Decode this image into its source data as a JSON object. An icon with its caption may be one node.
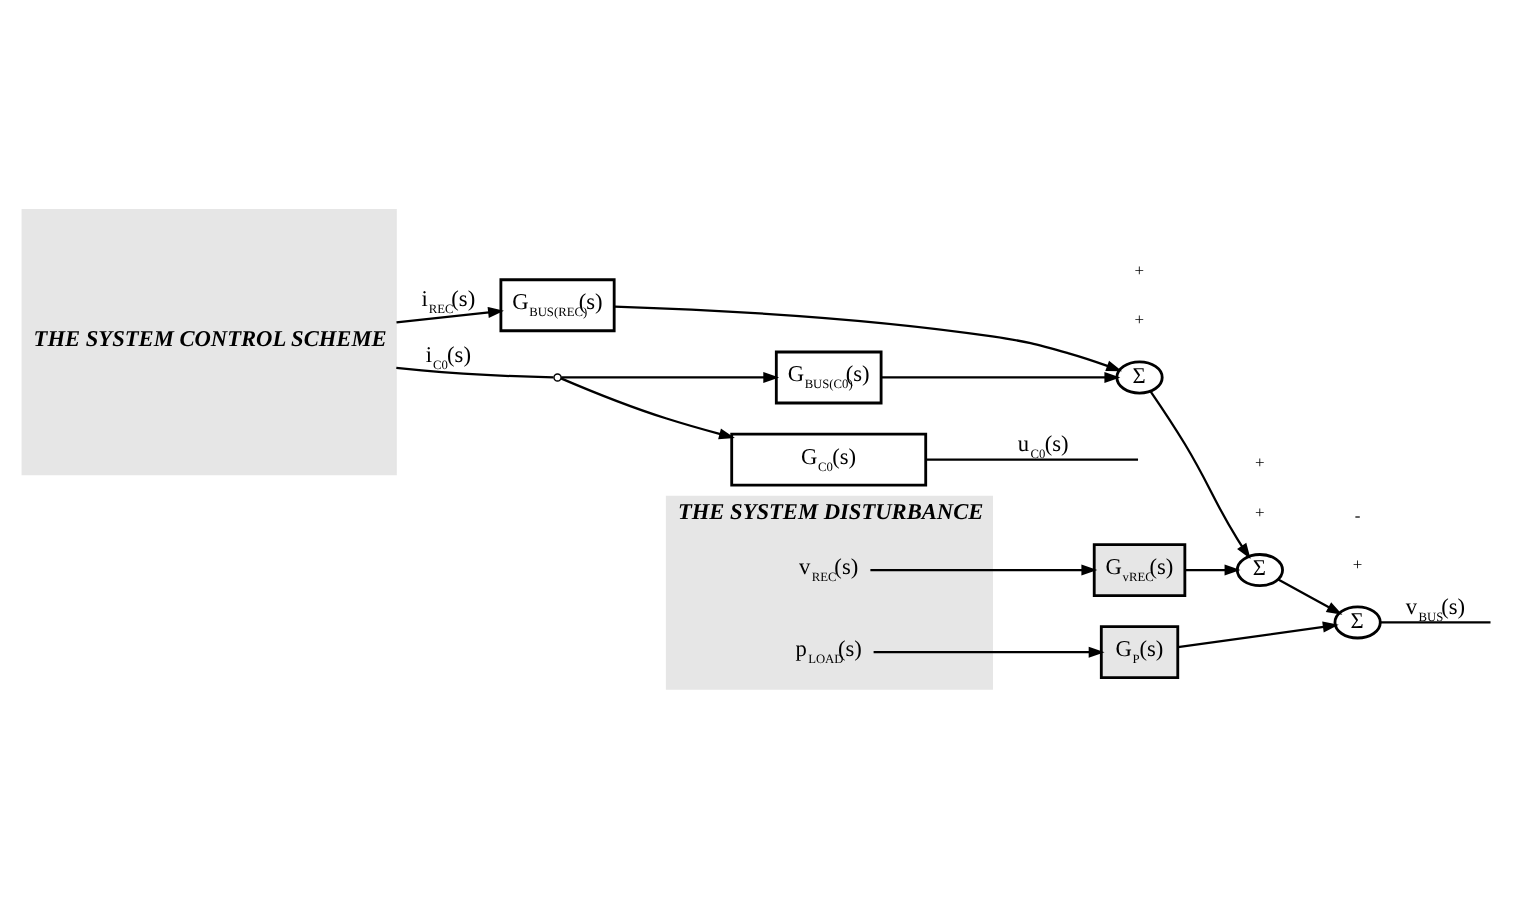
{
  "diagram": {
    "nodes": [
      {
        "text": [
          "THE SYSTEM CONTROL SCHEME"
        ]
      },
      {
        "text": [
          "THE SYSTEM DISTURBANCE"
        ]
      },
      {
        "text": [
          "v$_{REC}$(s)"
        ],
        "in": 1
      },
      {
        "text": [
          "p$_{LOAD}$(s)"
        ],
        "in": 1
      },
      {
        "text": [
          "G$_{BUS(REC)}$(s)"
        ]
      },
      {
        "text": [
          "G$_{vREC}$(s)"
        ]
      },
      {
        "text": [
          "G$_{P}$(s)"
        ]
      },
      {
        "text": [
          "Σ"
        ]
      },
      {
        "text": [
          "Σ"
        ]
      },
      {
        "text": [
          "Σ"
        ]
      },
      {
        "text": [
          "G$_{BUS(C0)}$(s)"
        ]
      },
      {
        "text": [],
        "shape": "circle"
      },
      {
        "text": [
          "G$_{C0}$(s)"
        ]
      }
    ],
    "edges": [
      {
        "from": 2,
        "to": 5,
        "arrow": "to"
      },
      {
        "from": 3,
        "to": 6,
        "arrow": "to"
      },
      {
        "from": 0,
        "to": 4,
        "arrow": "to",
        "label": "i$_{REC}$(s)"
      },
      {
        "from": 4,
        "to": 7,
        "arrow": "to"
      },
      {
        "from": 7,
        "to": 8,
        "arrow": "to"
      },
      {
        "from": 5,
        "to": 8,
        "arrow": "to"
      },
      {
        "from": 8,
        "to": 9,
        "arrow": "to"
      },
      {
        "from": 6,
        "to": 9,
        "arrow": "to"
      },
      {
        "from": 9,
        "to": null,
        "arrow": "none",
        "label": "v$_{BUS}$(s)"
      },
      {
        "from": 10,
        "to": 7,
        "arrow": "to"
      },
      {
        "from": 0,
        "to": 11,
        "arrow": "none",
        "label": "i$_{C0}$(s)"
      },
      {
        "from": 11,
        "to": 10,
        "arrow": "to"
      },
      {
        "from": 11,
        "to": 12,
        "arrow": "to"
      },
      {
        "from": 12,
        "to": null,
        "arrow": "none",
        "label": "u$_{C0}$(s)"
      }
    ],
    "labels": [
      "+",
      "+",
      "+",
      "+",
      "-",
      "+"
    ]
  }
}
